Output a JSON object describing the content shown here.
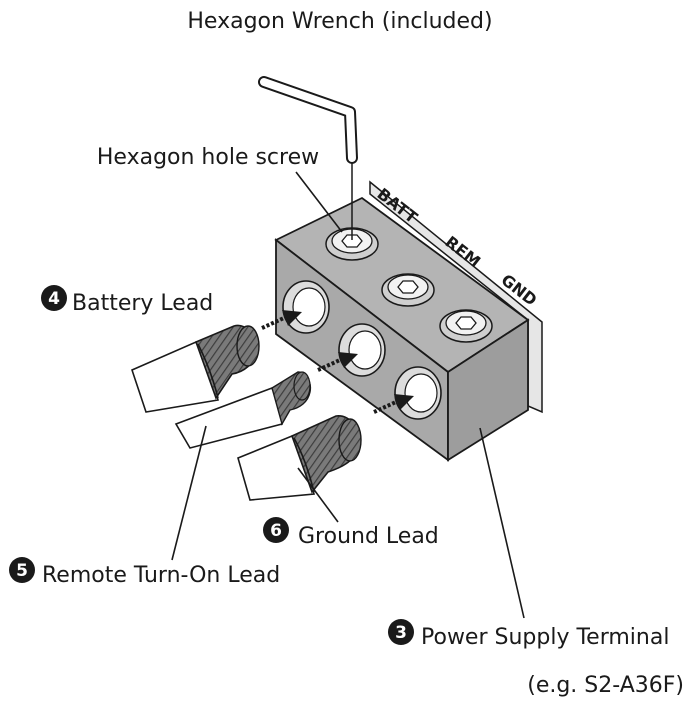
{
  "labels": {
    "wrench": "Hexagon Wrench (included)",
    "screw": "Hexagon hole screw",
    "battery_lead": "Battery Lead",
    "remote_lead": "Remote Turn-On Lead",
    "ground_lead": "Ground Lead",
    "terminal": "Power Supply Terminal",
    "terminal_example": "(e.g. S2-A36F)"
  },
  "terminal_marks": {
    "batt": "BATT",
    "rem": "REM",
    "gnd": "GND"
  },
  "callouts": {
    "battery": "4",
    "remote": "5",
    "ground": "6",
    "terminal": "3"
  },
  "colors": {
    "block_top": "#b4b4b4",
    "block_front": "#a9a9a9",
    "block_side": "#9c9c9c",
    "wire_sheath": "#ffffff",
    "conductor": "#6f6f6f"
  }
}
